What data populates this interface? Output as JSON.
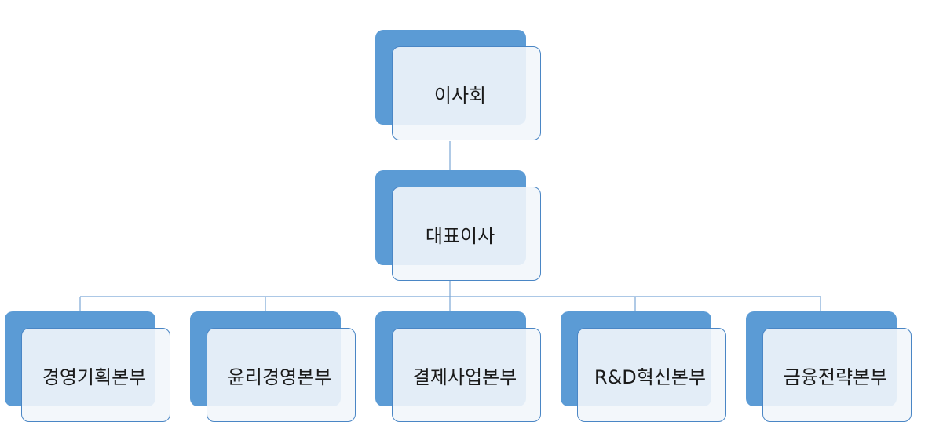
{
  "org": {
    "root": {
      "label": "이사회"
    },
    "ceo": {
      "label": "대표이사"
    },
    "divisions": [
      {
        "label": "경영기획본부"
      },
      {
        "label": "윤리경영본부"
      },
      {
        "label": "결제사업본부"
      },
      {
        "label": "R&D혁신본부"
      },
      {
        "label": "금융전략본부"
      }
    ]
  },
  "colors": {
    "back_box": "#5b9bd5",
    "front_fill": "#f2f6fb",
    "border": "#4a86c5",
    "connector": "#7aa7d6"
  }
}
